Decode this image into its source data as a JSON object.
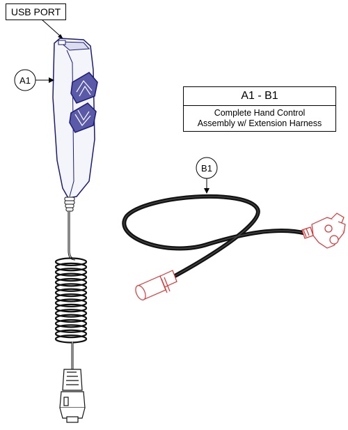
{
  "labels": {
    "usb_port": "USB PORT",
    "callout_a1": "A1",
    "callout_b1": "B1"
  },
  "legend_box": {
    "title": "A1 - B1",
    "line1": "Complete Hand Control",
    "line2": "Assembly w/ Extension Harness"
  },
  "colors": {
    "hand_control_outline": "#1a1a7a",
    "button_fill": "#5a5aa8",
    "cable": "#111111",
    "connector_outline": "#e03030"
  }
}
